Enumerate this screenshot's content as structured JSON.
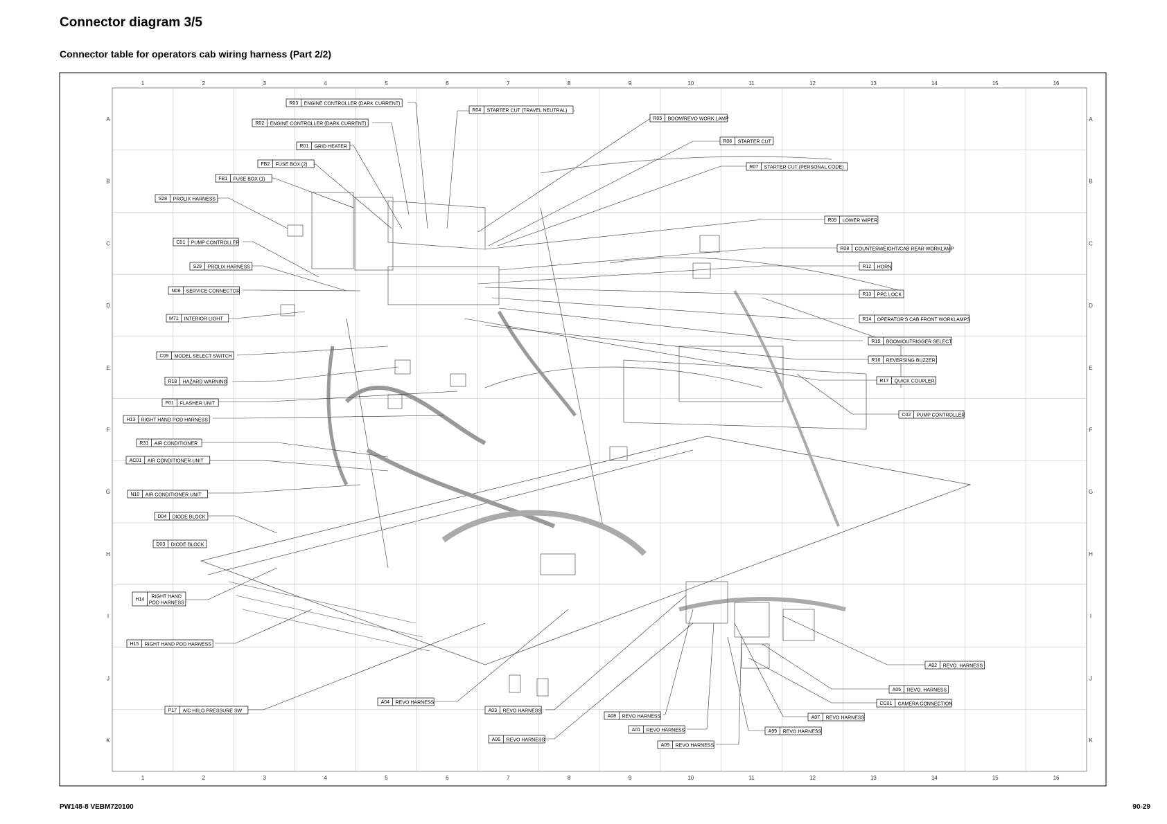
{
  "page": {
    "title": "Connector diagram 3/5",
    "subtitle": "Connector table for operators cab wiring harness (Part 2/2)",
    "footer_left": "PW148-8 VEBM720100",
    "footer_right": "90-29"
  },
  "grid": {
    "columns": [
      "1",
      "2",
      "3",
      "4",
      "5",
      "6",
      "7",
      "8",
      "9",
      "10",
      "11",
      "12",
      "13",
      "14",
      "15",
      "16"
    ],
    "rows": [
      "A",
      "B",
      "C",
      "D",
      "E",
      "F",
      "G",
      "H",
      "I",
      "J",
      "K"
    ]
  },
  "connectors": [
    {
      "code": "R03",
      "name": "ENGINE CONTROLLER (DARK CURRENT)"
    },
    {
      "code": "R04",
      "name": "STARTER CUT (TRAVEL NEUTRAL)"
    },
    {
      "code": "R02",
      "name": "ENGINE CONTROLLER (DARK CURRENT)"
    },
    {
      "code": "R05",
      "name": "BOOM/REVO WORK LAMP"
    },
    {
      "code": "R01",
      "name": "GRID HEATER"
    },
    {
      "code": "R06",
      "name": "STARTER CUT"
    },
    {
      "code": "FB2",
      "name": "FUSE BOX (2)"
    },
    {
      "code": "R07",
      "name": "STARTER CUT (PERSONAL CODE)"
    },
    {
      "code": "FB1",
      "name": "FUSE BOX (1)"
    },
    {
      "code": "S28",
      "name": "PROLIX HARNESS"
    },
    {
      "code": "R09",
      "name": "LOWER WIPER"
    },
    {
      "code": "C01",
      "name": "PUMP CONTROLLER"
    },
    {
      "code": "R08",
      "name": "COUNTERWEIGHT/CAB REAR WORKLAMP"
    },
    {
      "code": "S29",
      "name": "PROLIX HARNESS"
    },
    {
      "code": "R12",
      "name": "HORN"
    },
    {
      "code": "N08",
      "name": "SERVICE CONNECTOR"
    },
    {
      "code": "R13",
      "name": "PPC LOCK"
    },
    {
      "code": "M71",
      "name": "INTERIOR LIGHT"
    },
    {
      "code": "R14",
      "name": "OPERATOR'S CAB FRONT WORKLAMPS"
    },
    {
      "code": "R15",
      "name": "BOOM/OUTRIGGER SELECT"
    },
    {
      "code": "C09",
      "name": "MODEL SELECT SWITCH"
    },
    {
      "code": "R16",
      "name": "REVERSING BUZZER"
    },
    {
      "code": "R18",
      "name": "HAZARD WARNING"
    },
    {
      "code": "R17",
      "name": "QUICK COUPLER"
    },
    {
      "code": "F01",
      "name": "FLASHER UNIT"
    },
    {
      "code": "H13",
      "name": "RIGHT HAND POD HARNESS"
    },
    {
      "code": "C02",
      "name": "PUMP CONTROLLER"
    },
    {
      "code": "R31",
      "name": "AIR CONDITIONER"
    },
    {
      "code": "AC01",
      "name": "AIR CONDITIONER UNIT"
    },
    {
      "code": "N10",
      "name": "AIR CONDITIONER UNIT"
    },
    {
      "code": "D04",
      "name": "DIODE BLOCK"
    },
    {
      "code": "D03",
      "name": "DIODE BLOCK"
    },
    {
      "code": "H14",
      "name": "RIGHT HAND\nPOD HARNESS"
    },
    {
      "code": "H15",
      "name": "RIGHT HAND POD HARNESS"
    },
    {
      "code": "A02",
      "name": "REVO. HARNESS"
    },
    {
      "code": "A05",
      "name": "REVO. HARNESS"
    },
    {
      "code": "A04",
      "name": "REVO HARNESS"
    },
    {
      "code": "CC01",
      "name": "CAMERA CONNECTION"
    },
    {
      "code": "P17",
      "name": "A/C HI/LO PRESSURE SW"
    },
    {
      "code": "A03",
      "name": "REVO HARNESS"
    },
    {
      "code": "A08",
      "name": "REVO HARNESS"
    },
    {
      "code": "A07",
      "name": "REVO HARNESS"
    },
    {
      "code": "A01",
      "name": "REVO HARNESS"
    },
    {
      "code": "A99",
      "name": "REVO HARNESS"
    },
    {
      "code": "A06",
      "name": "REVO HARNESS"
    },
    {
      "code": "A09",
      "name": "REVO HARNESS"
    }
  ]
}
